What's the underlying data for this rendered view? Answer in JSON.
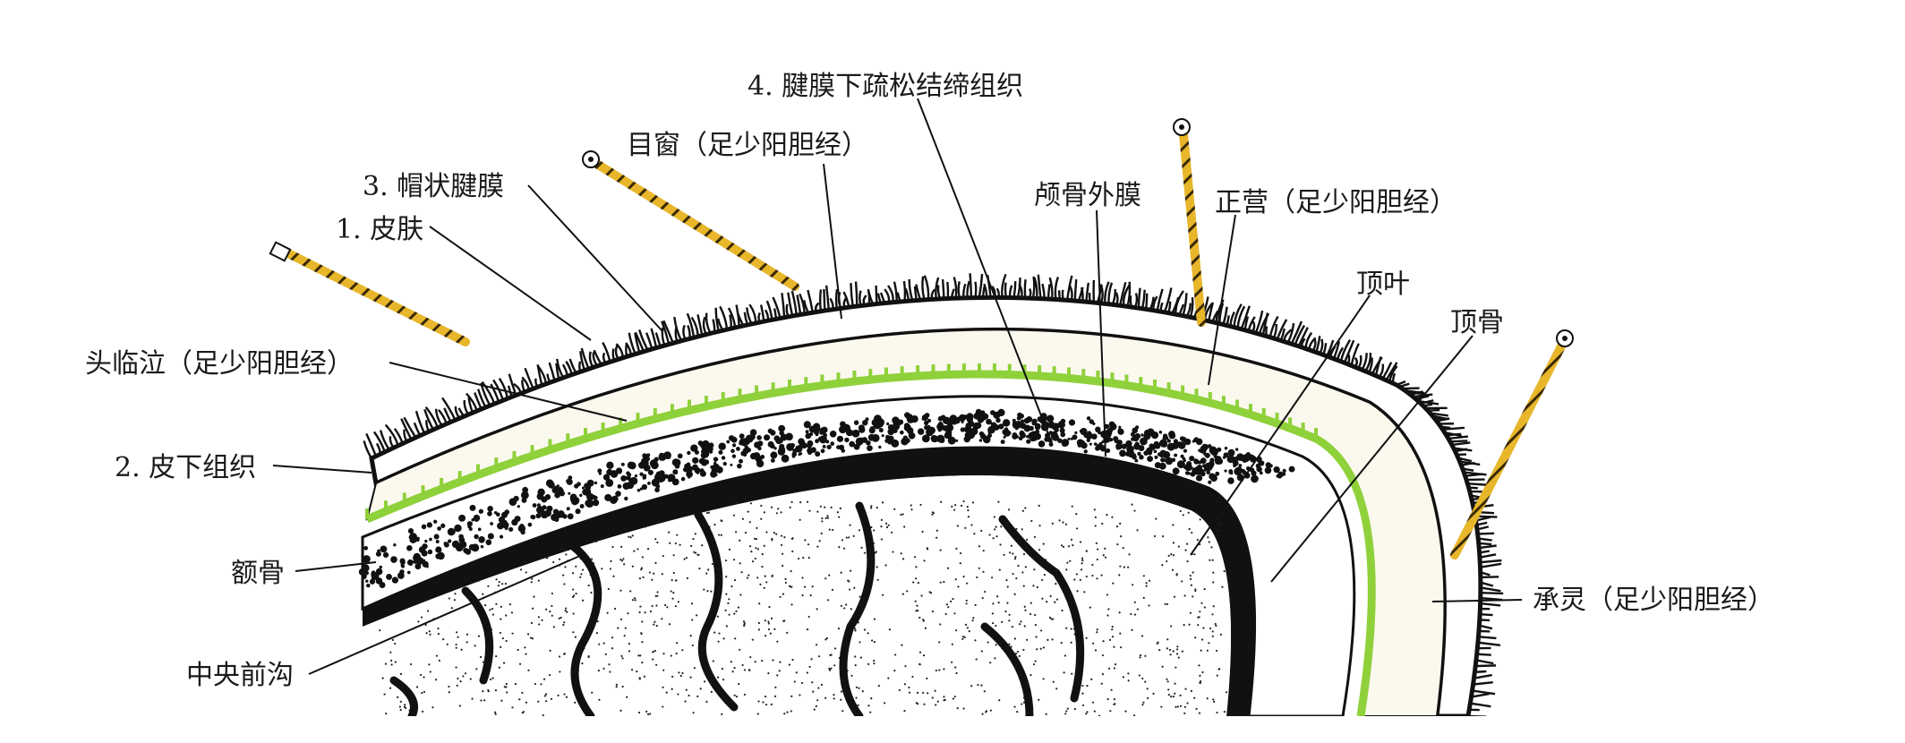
{
  "labels": {
    "skin": "1. 皮肤",
    "subcutaneous": "2. 皮下组织",
    "galea": "3. 帽状腱膜",
    "loose_tissue": "4. 腱膜下疏松结缔组织",
    "pericranium": "颅骨外膜",
    "muchuang": "目窗（足少阳胆经）",
    "zhengying": "正营（足少阳胆经）",
    "toulinqi": "头临泣（足少阳胆经）",
    "chengling": "承灵（足少阳胆经）",
    "parietal_lobe": "顶叶",
    "parietal_bone": "顶骨",
    "frontal_bone": "额骨",
    "central_sulcus": "中央前沟"
  },
  "icons": [
    "acupuncture-needle-icon"
  ],
  "colors": {
    "needle": "#e8b62a",
    "needle_stripe": "#3a2a05",
    "galea_green": "#8fd13a",
    "ink": "#111111",
    "paper": "#ffffff"
  }
}
